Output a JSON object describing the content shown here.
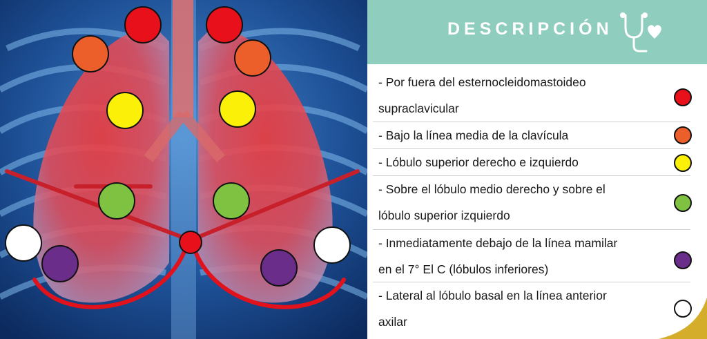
{
  "header": {
    "title": "DESCRIPCIÓN",
    "icon": "stethoscope-heart-icon"
  },
  "items": [
    {
      "text_lines": [
        "- Por fuera del esternocleidomastoideo",
        "supraclavicular"
      ],
      "color": "#e8101a",
      "color_name": "red"
    },
    {
      "text_lines": [
        "- Bajo la línea media de la clavícula"
      ],
      "color": "#ec5f2a",
      "color_name": "orange"
    },
    {
      "text_lines": [
        "- Lóbulo superior  derecho e izquierdo"
      ],
      "color": "#fbf007",
      "color_name": "yellow"
    },
    {
      "text_lines": [
        "- Sobre el lóbulo medio derecho y sobre el",
        "lóbulo superior izquierdo"
      ],
      "color": "#7fc241",
      "color_name": "green"
    },
    {
      "text_lines": [
        "- Inmediatamente debajo de la línea mamilar",
        "en el 7° El C (lóbulos inferiores)"
      ],
      "color": "#6a2d8a",
      "color_name": "purple"
    },
    {
      "text_lines": [
        "- Lateral al lóbulo basal en la línea anterior",
        "axilar"
      ],
      "color": "#ffffff",
      "color_name": "white"
    }
  ],
  "colors": {
    "header_bg": "#8fcdbe",
    "accent_corner": "#d4ad2a",
    "line_red": "#c8202a"
  }
}
